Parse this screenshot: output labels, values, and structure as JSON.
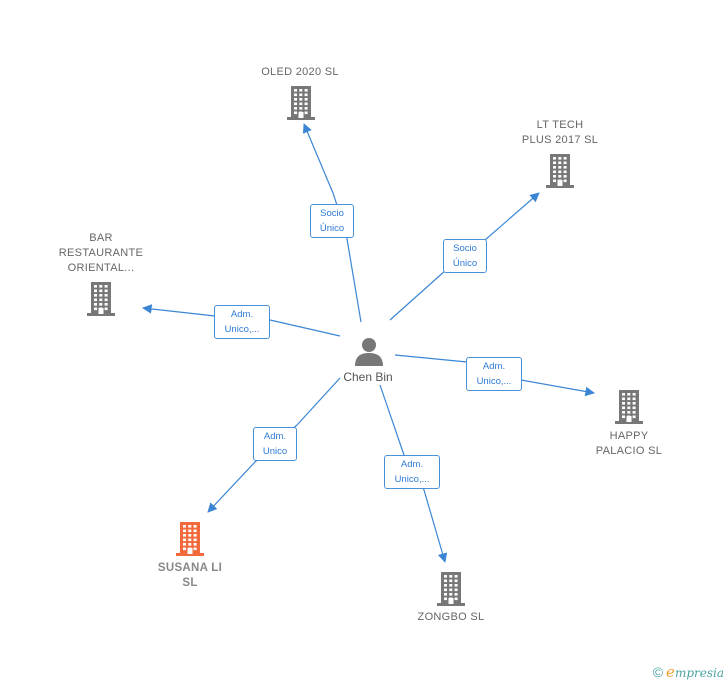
{
  "center": {
    "name": "Chen Bin",
    "icon": "person-icon"
  },
  "companies": [
    {
      "id": "oled",
      "lines": [
        "OLED 2020  SL"
      ],
      "highlight": false,
      "icon": "building-icon"
    },
    {
      "id": "lttech",
      "lines": [
        "LT TECH",
        "PLUS 2017  SL"
      ],
      "highlight": false,
      "icon": "building-icon"
    },
    {
      "id": "bar",
      "lines": [
        "BAR",
        "RESTAURANTE",
        "ORIENTAL..."
      ],
      "highlight": false,
      "icon": "building-icon"
    },
    {
      "id": "happy",
      "lines": [
        "HAPPY",
        "PALACIO  SL"
      ],
      "highlight": false,
      "icon": "building-icon"
    },
    {
      "id": "susana",
      "lines": [
        "SUSANA LI",
        "SL"
      ],
      "highlight": true,
      "icon": "building-icon"
    },
    {
      "id": "zongbo",
      "lines": [
        "ZONGBO SL"
      ],
      "highlight": false,
      "icon": "building-icon"
    }
  ],
  "relations": [
    {
      "to": "oled",
      "lines": [
        "Socio",
        "Único"
      ]
    },
    {
      "to": "lttech",
      "lines": [
        "Socio",
        "Único"
      ]
    },
    {
      "to": "bar",
      "lines": [
        "Adm.",
        "Unico,..."
      ]
    },
    {
      "to": "happy",
      "lines": [
        "Adm.",
        "Unico,..."
      ]
    },
    {
      "to": "susana",
      "lines": [
        "Adm.",
        "Unico"
      ]
    },
    {
      "to": "zongbo",
      "lines": [
        "Adm.",
        "Unico,..."
      ]
    }
  ],
  "colors": {
    "edge": "#3a86d4",
    "building": "#777777",
    "building_highlight": "#f26a3b",
    "person": "#777777"
  },
  "brand": {
    "copyright": "©",
    "initial": "e",
    "rest": "mpresia"
  }
}
